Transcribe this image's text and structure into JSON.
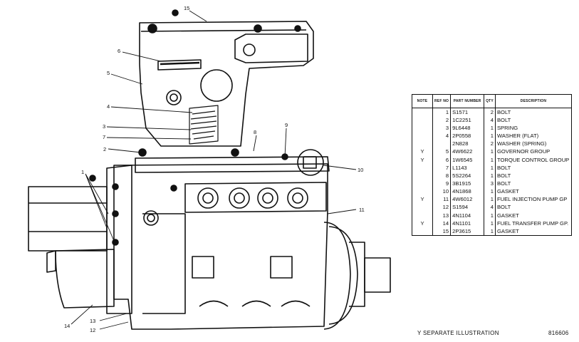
{
  "callouts": [
    "15",
    "6",
    "5",
    "4",
    "3",
    "7",
    "2",
    "8",
    "9",
    "10",
    "1",
    "11",
    "14",
    "13",
    "12"
  ],
  "table": {
    "headers": {
      "note": "NOTE",
      "ref": "REF NO",
      "part": "PART NUMBER",
      "qty": "QTY",
      "desc": "DESCRIPTION"
    },
    "rows": [
      {
        "note": "",
        "ref": "1",
        "part": "S1571",
        "qty": "2",
        "desc": "BOLT"
      },
      {
        "note": "",
        "ref": "2",
        "part": "1C2251",
        "qty": "4",
        "desc": "BOLT"
      },
      {
        "note": "",
        "ref": "3",
        "part": "9L6448",
        "qty": "1",
        "desc": "SPRING"
      },
      {
        "note": "",
        "ref": "4",
        "part": "2P0558",
        "qty": "1",
        "desc": "WASHER (FLAT)"
      },
      {
        "note": "",
        "ref": "",
        "part": "2N828",
        "qty": "2",
        "desc": "WASHER (SPRING)"
      },
      {
        "note": "Y",
        "ref": "5",
        "part": "4W6622",
        "qty": "1",
        "desc": "GOVERNOR GROUP"
      },
      {
        "note": "Y",
        "ref": "6",
        "part": "1W6545",
        "qty": "1",
        "desc": "TORQUE CONTROL GROUP"
      },
      {
        "note": "",
        "ref": "7",
        "part": "L1143",
        "qty": "1",
        "desc": "BOLT"
      },
      {
        "note": "",
        "ref": "8",
        "part": "5S2264",
        "qty": "1",
        "desc": "BOLT"
      },
      {
        "note": "",
        "ref": "9",
        "part": "3B1915",
        "qty": "3",
        "desc": "BOLT"
      },
      {
        "note": "",
        "ref": "10",
        "part": "4N1868",
        "qty": "1",
        "desc": "GASKET"
      },
      {
        "note": "Y",
        "ref": "11",
        "part": "4W6012",
        "qty": "1",
        "desc": "FUEL INJECTION PUMP GP"
      },
      {
        "note": "",
        "ref": "12",
        "part": "S1594",
        "qty": "4",
        "desc": "BOLT"
      },
      {
        "note": "",
        "ref": "13",
        "part": "4N1104",
        "qty": "1",
        "desc": "GASKET"
      },
      {
        "note": "Y",
        "ref": "14",
        "part": "4N1101",
        "qty": "1",
        "desc": "FUEL TRANSFER PUMP GP."
      },
      {
        "note": "",
        "ref": "15",
        "part": "2P3615",
        "qty": "1",
        "desc": "GASKET"
      }
    ]
  },
  "footer": {
    "legend": "Y   SEPARATE ILLUSTRATION",
    "figure_id": "816606"
  },
  "colors": {
    "ink": "#111111",
    "paper": "#ffffff"
  }
}
